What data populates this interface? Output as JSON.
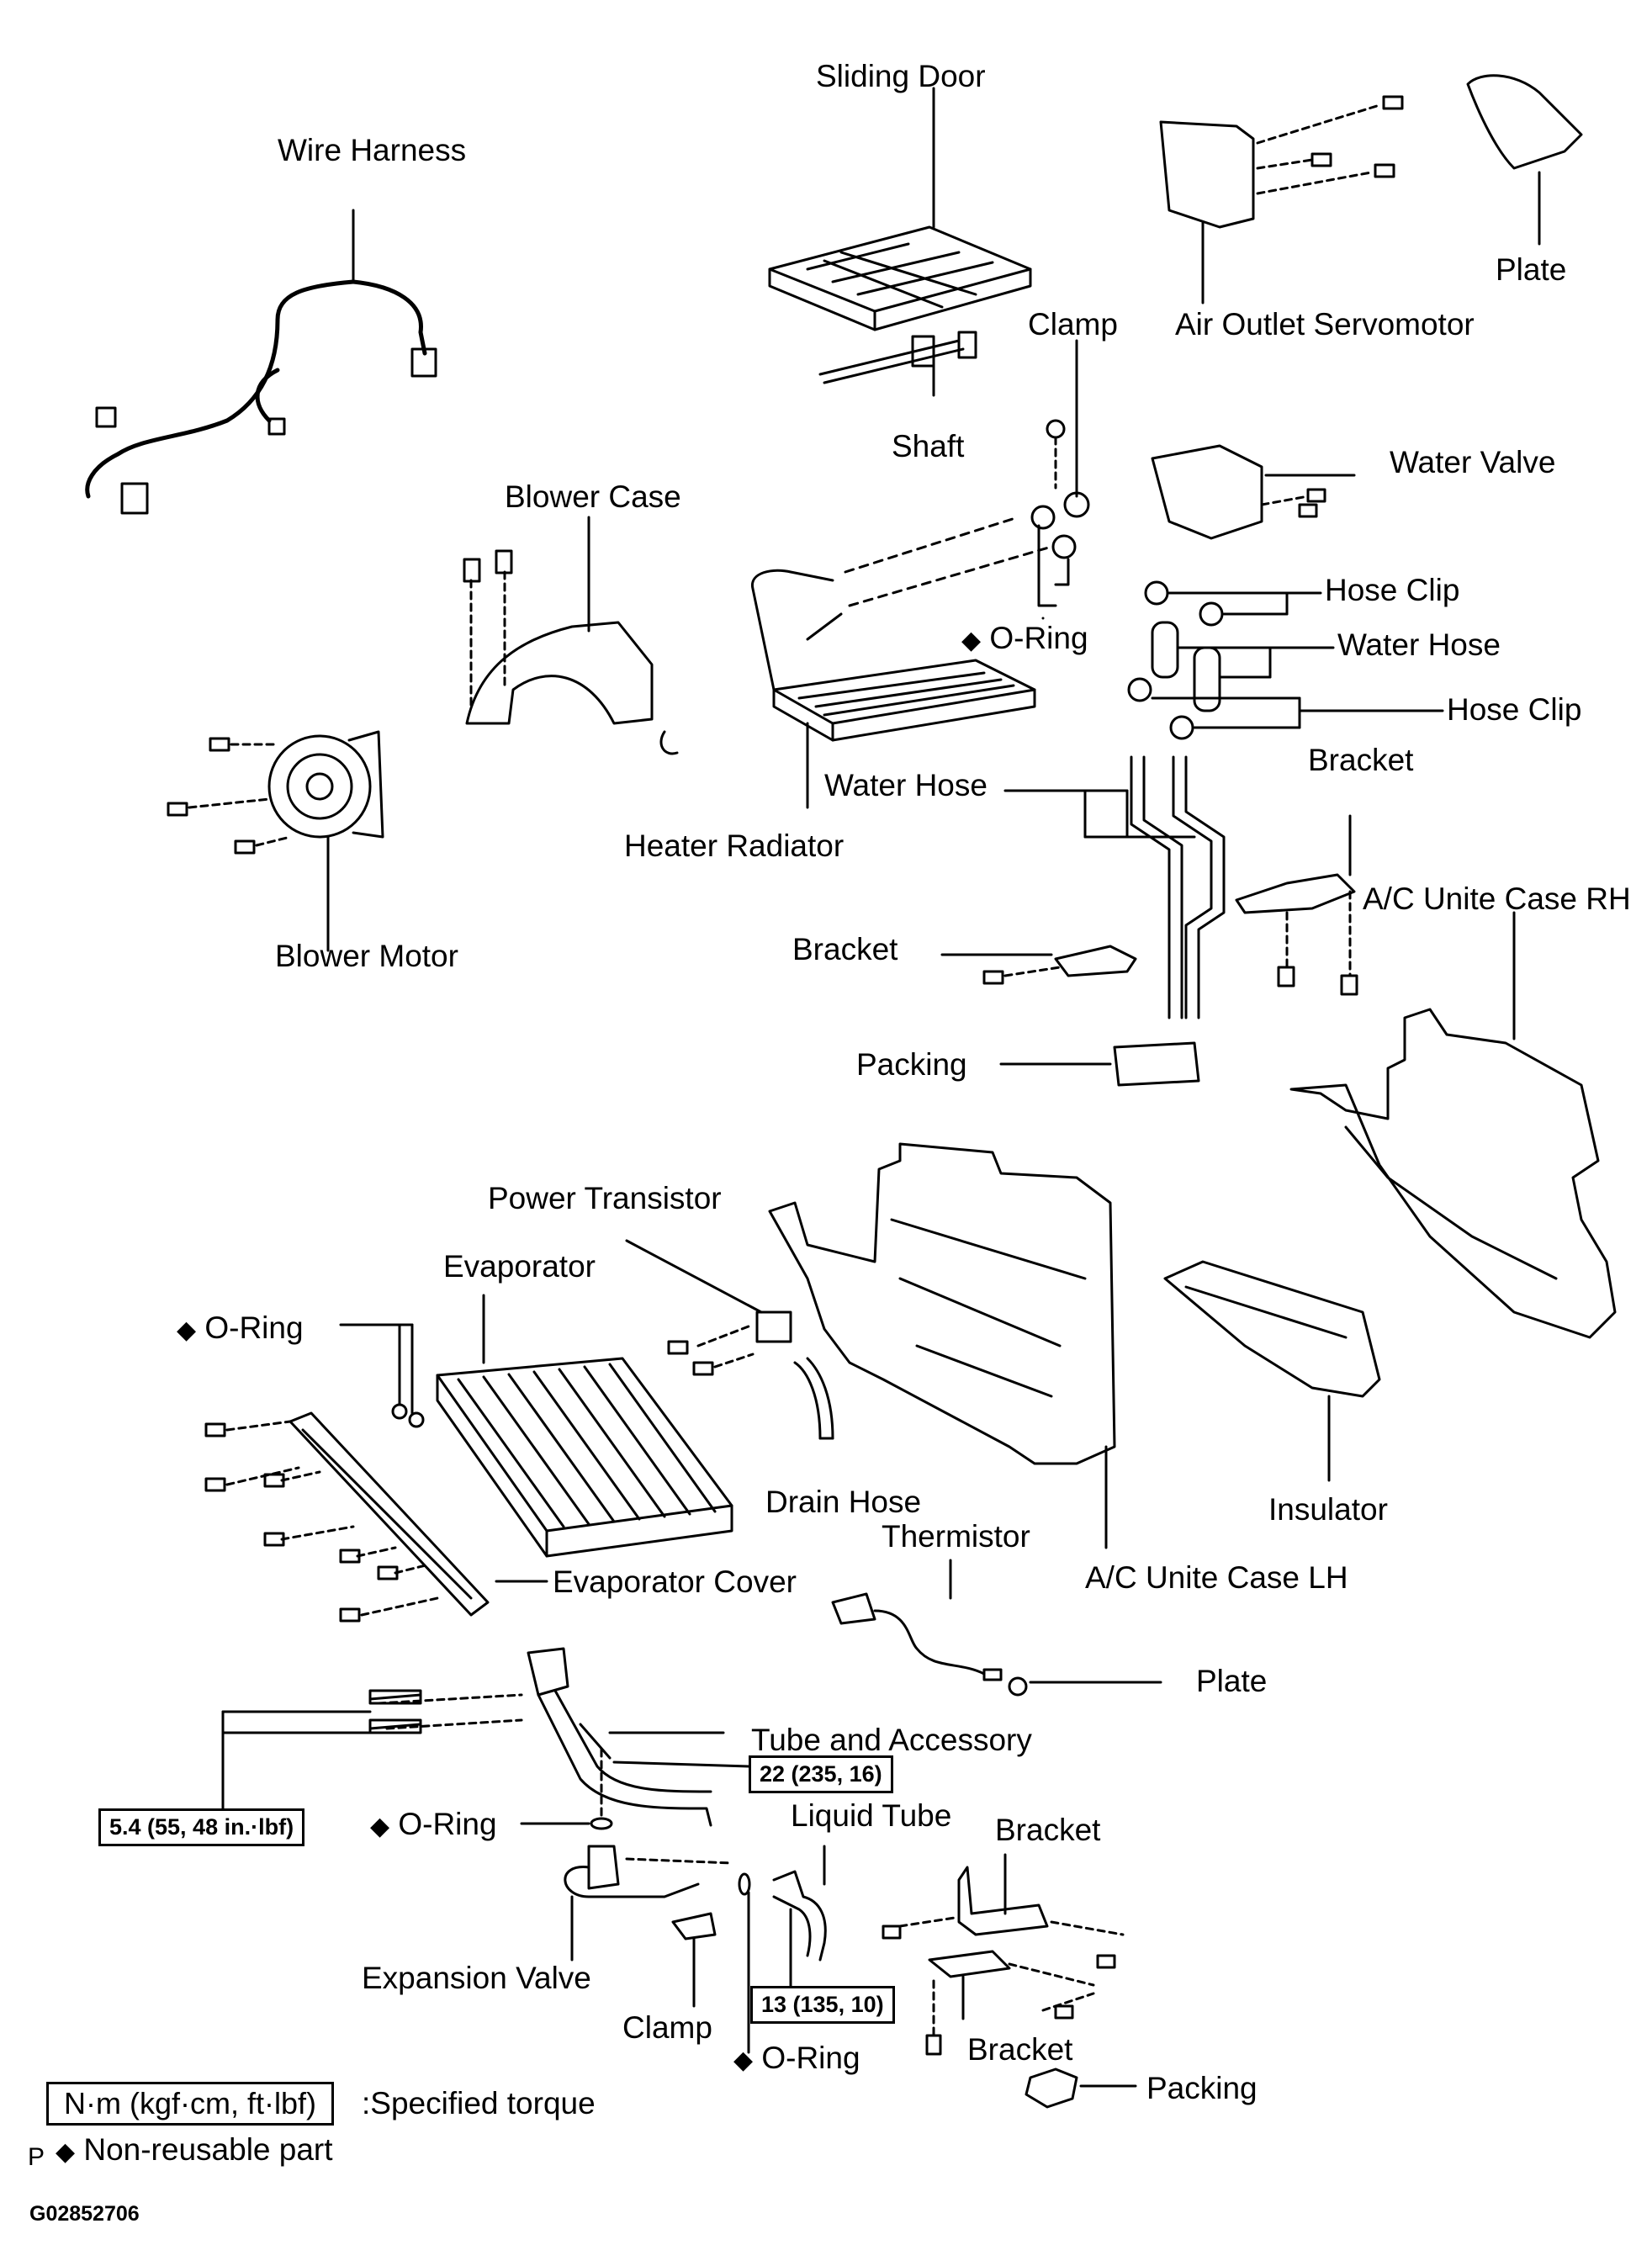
{
  "labels": {
    "sliding_door": "Sliding Door",
    "wire_harness": "Wire Harness",
    "plate_top": "Plate",
    "air_outlet_servomotor": "Air Outlet Servomotor",
    "clamp_top": "Clamp",
    "shaft": "Shaft",
    "water_valve": "Water Valve",
    "blower_case": "Blower Case",
    "hose_clip_1": "Hose Clip",
    "water_hose_1": "Water Hose",
    "o_ring_1": "O-Ring",
    "hose_clip_2": "Hose Clip",
    "water_hose_2": "Water Hose",
    "bracket_1": "Bracket",
    "heater_radiator": "Heater Radiator",
    "ac_case_rh": "A/C Unite Case RH",
    "blower_motor": "Blower Motor",
    "bracket_2": "Bracket",
    "packing_1": "Packing",
    "power_transistor": "Power Transistor",
    "evaporator": "Evaporator",
    "o_ring_2": "O-Ring",
    "insulator": "Insulator",
    "drain_hose": "Drain Hose",
    "thermistor": "Thermistor",
    "evaporator_cover": "Evaporator Cover",
    "ac_case_lh": "A/C Unite Case LH",
    "plate_bottom": "Plate",
    "tube_and_accessory": "Tube and Accessory",
    "liquid_tube": "Liquid Tube",
    "o_ring_3": "O-Ring",
    "bracket_3": "Bracket",
    "expansion_valve": "Expansion Valve",
    "clamp_bottom": "Clamp",
    "o_ring_4": "O-Ring",
    "bracket_4": "Bracket",
    "packing_2": "Packing"
  },
  "torques": {
    "t22": "22 (235, 16)",
    "t54": "5.4 (55, 48 in.·lbf)",
    "t13": "13 (135, 10)"
  },
  "legend": {
    "torque_units": "N·m (kgf·cm, ft·lbf)",
    "torque_desc": ":Specified torque",
    "nonreusable_desc": "Non-reusable part",
    "diamond": "◆"
  },
  "footer": {
    "p_mark": "P",
    "figure_code": "G02852706"
  }
}
